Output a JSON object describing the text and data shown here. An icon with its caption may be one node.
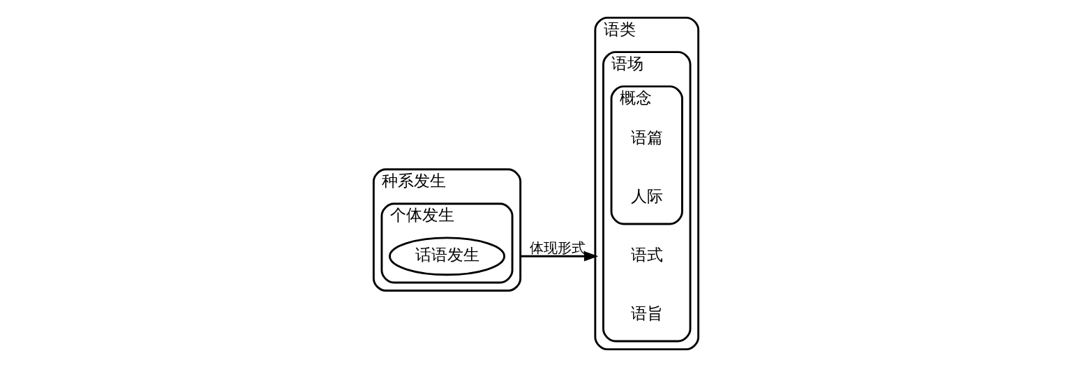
{
  "diagram": {
    "nodes": [
      {
        "text": [
          "种系发生"
        ]
      },
      {
        "text": [
          "个体发生"
        ],
        "in": 0
      },
      {
        "text": [
          "话语发生"
        ],
        "in": 1
      },
      {
        "text": [
          "语类"
        ]
      },
      {
        "text": [
          "语场"
        ],
        "in": 3
      },
      {
        "text": [
          "语式"
        ],
        "in": 4
      },
      {
        "text": [
          "概念"
        ],
        "in": 4
      },
      {
        "text": [
          "语篇"
        ],
        "in": 6
      },
      {
        "text": [
          "语旨"
        ],
        "in": 4
      },
      {
        "text": [
          "人际"
        ],
        "in": 6
      }
    ],
    "edges": [
      {
        "from": 0,
        "to": 3,
        "arrow": "to",
        "label": "体现形式"
      }
    ]
  }
}
